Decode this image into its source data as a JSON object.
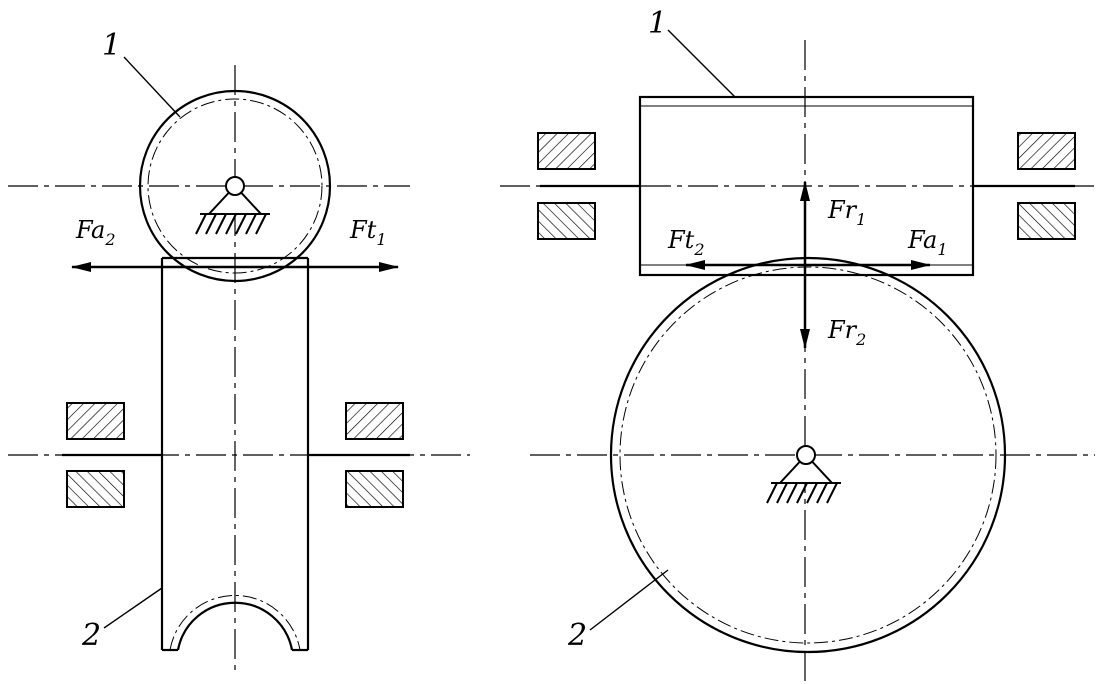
{
  "part_labels": {
    "worm_left": "1",
    "wheel_left": "2",
    "worm_right": "1",
    "wheel_right": "2"
  },
  "forces": {
    "fa2": {
      "main": "F",
      "letter": "a",
      "sub": "2"
    },
    "ft1": {
      "main": "F",
      "letter": "t",
      "sub": "1"
    },
    "fr1": {
      "main": "F",
      "letter": "r",
      "sub": "1"
    },
    "ft2": {
      "main": "F",
      "letter": "t",
      "sub": "2"
    },
    "fa1": {
      "main": "F",
      "letter": "a",
      "sub": "1"
    },
    "fr2": {
      "main": "F",
      "letter": "r",
      "sub": "2"
    }
  }
}
